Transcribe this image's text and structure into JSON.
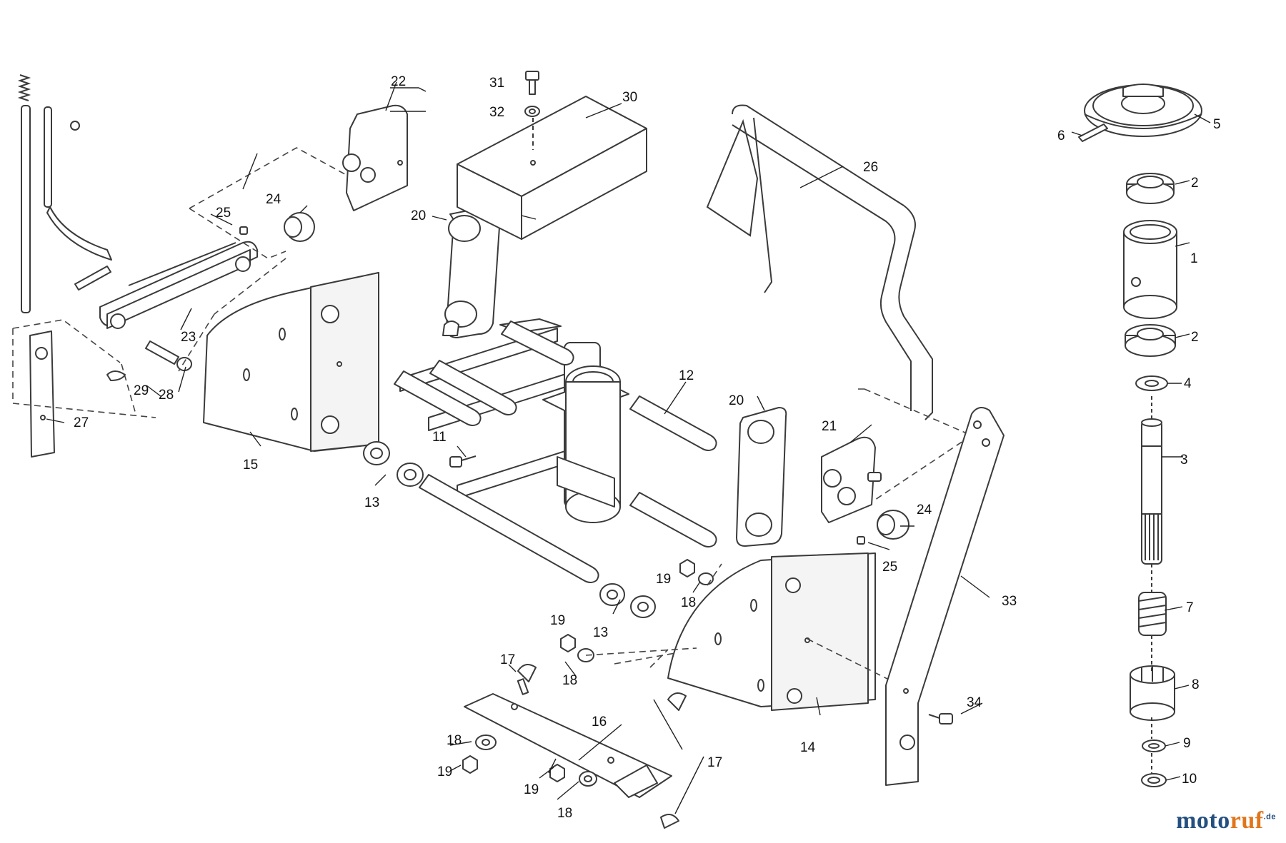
{
  "diagram": {
    "callouts": {
      "n1": "1",
      "n2a": "2",
      "n2b": "2",
      "n3": "3",
      "n4": "4",
      "n5": "5",
      "n6": "6",
      "n7": "7",
      "n8": "8",
      "n9": "9",
      "n10": "10",
      "n11": "11",
      "n12": "12",
      "n13a": "13",
      "n13b": "13",
      "n14": "14",
      "n15": "15",
      "n16": "16",
      "n17a": "17",
      "n17b": "17",
      "n18a": "18",
      "n18b": "18",
      "n18c": "18",
      "n18d": "18",
      "n19a": "19",
      "n19b": "19",
      "n19c": "19",
      "n19d": "19",
      "n20a": "20",
      "n20b": "20",
      "n21": "21",
      "n22": "22",
      "n23": "23",
      "n24a": "24",
      "n24b": "24",
      "n25a": "25",
      "n25b": "25",
      "n26": "26",
      "n27": "27",
      "n28": "28",
      "n29": "29",
      "n30": "30",
      "n31": "31",
      "n32": "32",
      "n33": "33",
      "n34": "34"
    },
    "line_color": "#3a3a3a"
  },
  "watermark": {
    "text_a": "moto",
    "text_b": "ruf",
    "suffix": ".de",
    "colors": {
      "primary": "#24507f",
      "accent": "#e0761b"
    }
  }
}
